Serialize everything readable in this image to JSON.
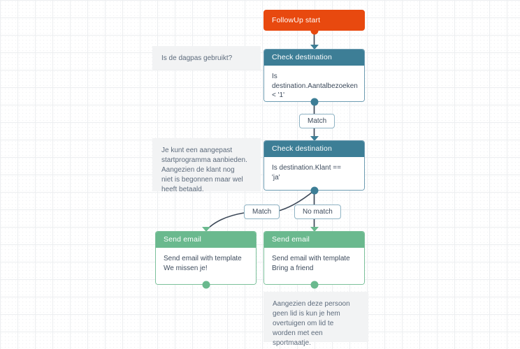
{
  "canvas": {
    "background_color": "#ffffff",
    "grid_dot_color": "#f0f1f3",
    "grid_line_color": "#eceef0"
  },
  "colors": {
    "start": "#e8490f",
    "decision": "#3d7e96",
    "decision_border": "#6d9cb2",
    "action": "#6ab98e",
    "action_border": "#7bc09a",
    "note_background": "#f2f3f4",
    "note_text": "#5d6b7c",
    "body_text": "#3d4b5c",
    "connector": "#3c4858"
  },
  "nodes": {
    "start": {
      "title": "FollowUp start",
      "type": "start"
    },
    "check_destination_1": {
      "title": "Check destination",
      "body": "Is\ndestination.Aantalbezoeken\n< '1'",
      "type": "decision"
    },
    "check_destination_2": {
      "title": "Check destination",
      "body": "Is destination.Klant ==\n'ja'",
      "type": "decision"
    },
    "send_email_left": {
      "title": "Send email",
      "body": "Send email with template\nWe missen je!",
      "type": "action"
    },
    "send_email_right": {
      "title": "Send email",
      "body": "Send email with template\nBring a friend",
      "type": "action"
    }
  },
  "edge_labels": {
    "match_1": "Match",
    "match_2": "Match",
    "no_match": "No match"
  },
  "notes": {
    "note_1": "Is de dagpas gebruikt?",
    "note_2": "Je kunt een aangepast\nstartprogramma aanbieden.\nAangezien de klant nog\nniet is begonnen maar wel\nheeft betaald.",
    "note_3": "Aangezien deze persoon\ngeen lid is kun je hem\novertuigen om lid te\nworden met een\nsportmaatje."
  }
}
